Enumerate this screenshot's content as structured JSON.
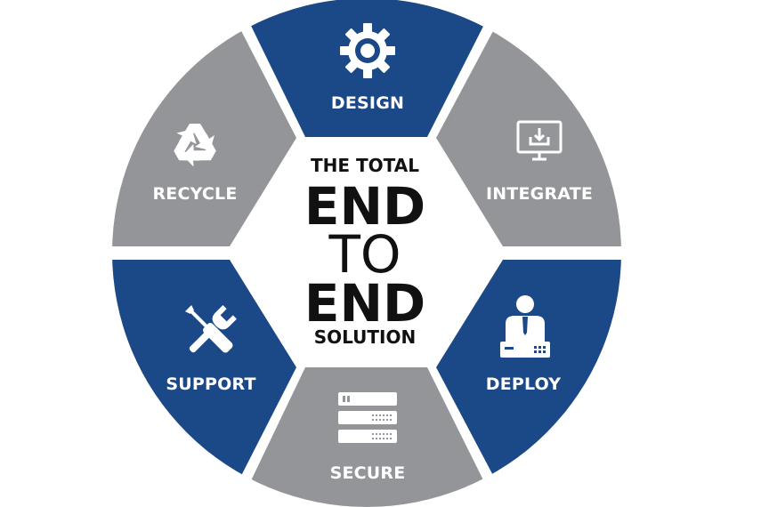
{
  "colors": {
    "blue": "#1b4987",
    "gray": "#939598",
    "white": "#ffffff",
    "text_dark": "#111111"
  },
  "center": {
    "line1": "THE TOTAL",
    "line2": "END",
    "line3": "TO",
    "line4": "END",
    "line5": "SOLUTION"
  },
  "segments": [
    {
      "label": "DESIGN",
      "color": "blue",
      "icon": "gear-icon"
    },
    {
      "label": "INTEGRATE",
      "color": "gray",
      "icon": "monitor-download-icon"
    },
    {
      "label": "DEPLOY",
      "color": "blue",
      "icon": "technician-server-icon"
    },
    {
      "label": "SECURE",
      "color": "gray",
      "icon": "server-rack-icon"
    },
    {
      "label": "SUPPORT",
      "color": "blue",
      "icon": "tools-icon"
    },
    {
      "label": "RECYCLE",
      "color": "gray",
      "icon": "recycle-icon"
    }
  ]
}
